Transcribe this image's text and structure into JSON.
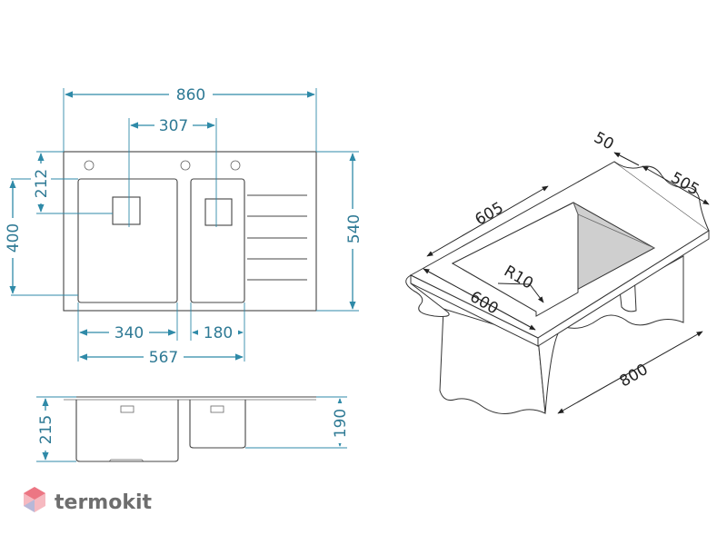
{
  "top_view": {
    "overall_width": "860",
    "bowl_spacing": "307",
    "tap_hole_offset": "212",
    "overall_depth": "540",
    "bowl_depth": "400",
    "large_bowl_width": "340",
    "small_bowl_width": "180",
    "bowls_total_width": "567"
  },
  "side_view": {
    "large_bowl_height": "215",
    "small_bowl_height": "190"
  },
  "cabinet_view": {
    "drainer_width": "50",
    "worktop_depth": "505",
    "cutout_length": "605",
    "cutout_radius": "R10",
    "cutout_width": "600",
    "cabinet_width": "800"
  },
  "brand": {
    "name": "termokit"
  },
  "colors": {
    "dimension": "#2f8aa8",
    "outline": "#444444",
    "logo": "#6e6e6e",
    "logo_icon": "#e85a6a"
  }
}
